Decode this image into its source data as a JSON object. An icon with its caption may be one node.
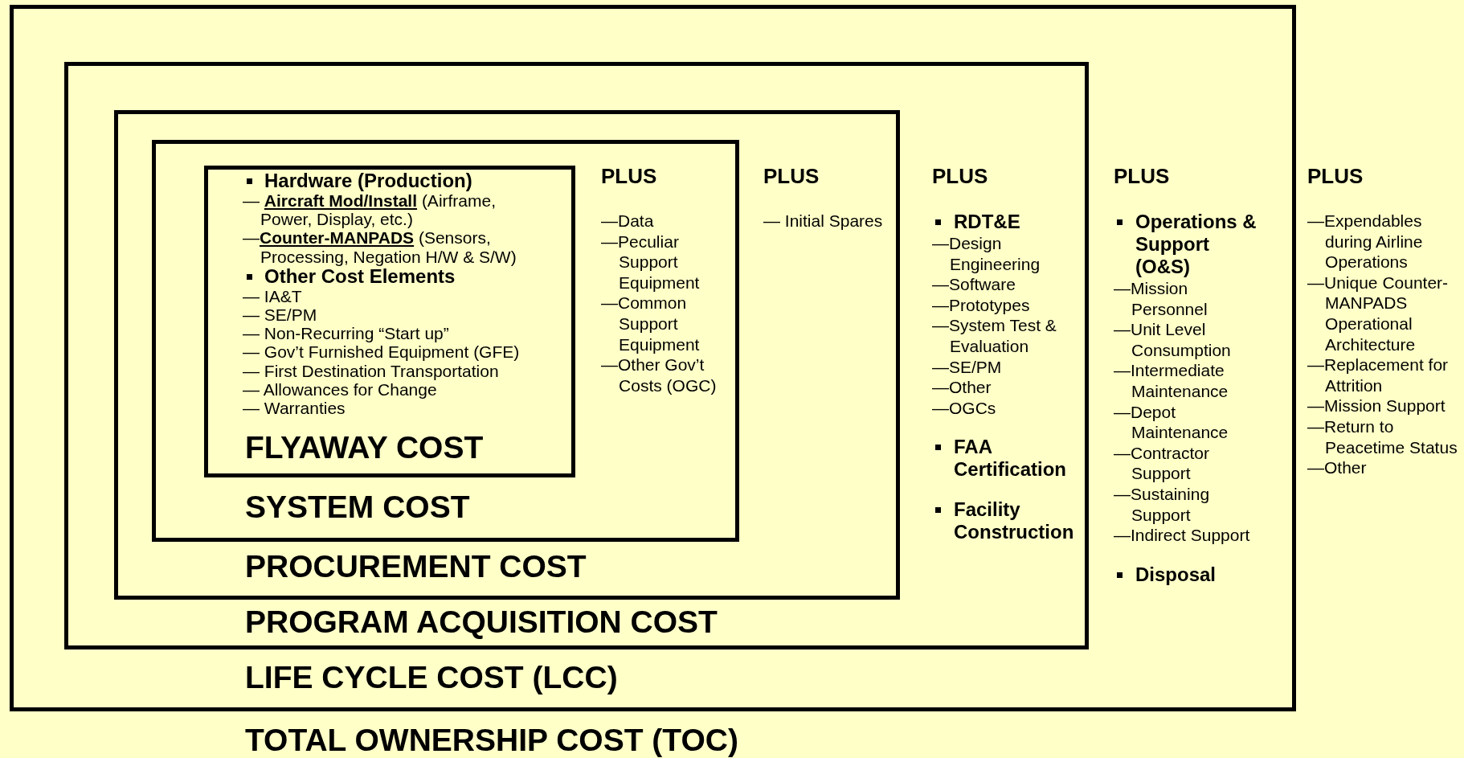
{
  "diagram": {
    "nodes": [
      {
        "text": [
          "PLUS",
          "—Expendables during Airline Operations",
          "—Unique Counter-MANPADS Operational Architecture",
          "—Replacement for Attrition",
          "—Mission Support",
          "—Return to Peacetime Status",
          "—Other",
          "TOTAL OWNERSHIP COST (TOC)"
        ]
      },
      {
        "text": [
          "PLUS",
          "Operations & Support (O&S)",
          "—Mission Personnel",
          "—Unit Level Consumption",
          "—Intermediate Maintenance",
          "—Depot Maintenance",
          "—Contractor Support",
          "—Sustaining Support",
          "—Indirect Support",
          "Disposal",
          "LIFE CYCLE COST (LCC)"
        ],
        "in": 0
      },
      {
        "text": [
          "PLUS",
          "RDT&E",
          "—Design Engineering",
          "—Software",
          "—Prototypes",
          "—System Test & Evaluation",
          "—SE/PM",
          "—Other",
          "—OGCs",
          "FAA Certification",
          "Facility Construction",
          "PROGRAM ACQUISITION COST"
        ],
        "in": 1
      },
      {
        "text": [
          "PLUS",
          "— Initial Spares",
          "PROCUREMENT COST"
        ],
        "in": 2
      },
      {
        "text": [
          "PLUS",
          "—Data",
          "—Peculiar Support Equipment",
          "—Common Support Equipment",
          "—Other Gov’t Costs (OGC)",
          "SYSTEM COST"
        ],
        "in": 3
      },
      {
        "text": [
          "Hardware (Production)",
          "— **Aircraft Mod/Install** (Airframe, Power, Display, etc.)",
          "—**Counter-MANPADS** (Sensors, Processing, Negation H/W & S/W)",
          "Other Cost Elements",
          "— IA&T",
          "— SE/PM",
          "— Non-Recurring “Start up”",
          "— Gov’t Furnished Equipment (GFE)",
          "— First Destination Transportation",
          "— Allowances for Change",
          "— Warranties",
          "FLYAWAY COST"
        ],
        "in": 4
      }
    ]
  }
}
